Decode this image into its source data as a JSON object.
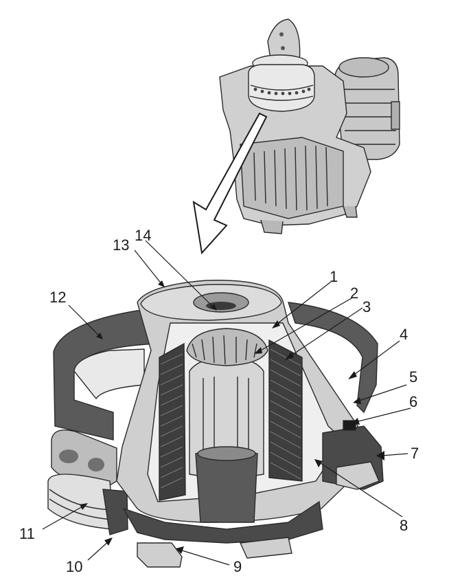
{
  "figure": {
    "labels": [
      {
        "id": "1",
        "text": "1"
      },
      {
        "id": "2",
        "text": "2"
      },
      {
        "id": "3",
        "text": "3"
      },
      {
        "id": "4",
        "text": "4"
      },
      {
        "id": "5",
        "text": "5"
      },
      {
        "id": "6",
        "text": "6"
      },
      {
        "id": "7",
        "text": "7"
      },
      {
        "id": "8",
        "text": "8"
      },
      {
        "id": "9",
        "text": "9"
      },
      {
        "id": "10",
        "text": "10"
      },
      {
        "id": "11",
        "text": "11"
      },
      {
        "id": "12",
        "text": "12"
      },
      {
        "id": "13",
        "text": "13"
      },
      {
        "id": "14",
        "text": "14"
      }
    ],
    "colors": {
      "dark_housing": "#5a5a5a",
      "mid_gray": "#9a9a9a",
      "light_gray": "#d4d4d4",
      "pale": "#ebebeb",
      "line": "#2a2a2a"
    }
  }
}
